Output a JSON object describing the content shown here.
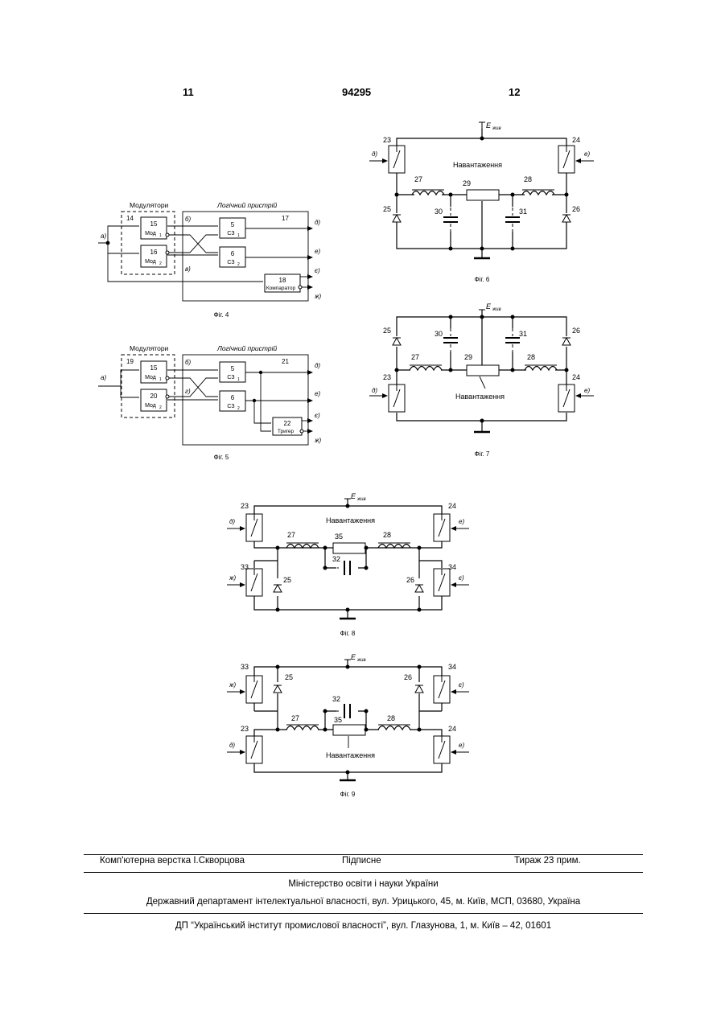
{
  "header": {
    "page_left": "11",
    "patent_number": "94295",
    "page_right": "12"
  },
  "fig4": {
    "caption": "Фіг. 4",
    "modulators_title": "Модулятори",
    "logic_title": "Логічний пристрій",
    "group_num": "14",
    "logic_num": "17",
    "mod1_num": "15",
    "mod1_label": "Мод",
    "mod2_num": "16",
    "mod2_label": "Мод",
    "sub1": "1",
    "sub2": "2",
    "cs1_num": "5",
    "cs1_label": "СЗ",
    "cs2_num": "6",
    "cs2_label": "СЗ",
    "comp_num": "18",
    "comp_label": "Компаратор",
    "in_label": "а)",
    "b_label": "б)",
    "v_label": "в)",
    "out_d": "д)",
    "out_e": "е)",
    "out_ye": "є)",
    "out_zh": "ж)"
  },
  "fig5": {
    "caption": "Фіг. 5",
    "modulators_title": "Модулятори",
    "logic_title": "Логічний пристрій",
    "group_num": "19",
    "logic_num": "21",
    "mod1_num": "15",
    "mod1_label": "Мод",
    "mod2_num": "20",
    "mod2_label": "Мод",
    "sub1": "1",
    "sub2": "2",
    "cs1_num": "5",
    "cs1_label": "СЗ",
    "cs2_num": "6",
    "cs2_label": "СЗ",
    "trig_num": "22",
    "trig_label": "Тригер",
    "in_label": "а)",
    "b_label": "б)",
    "g_label": "г)",
    "out_d": "д)",
    "out_e": "е)",
    "out_ye": "є)",
    "out_zh": "ж)"
  },
  "fig6": {
    "caption": "Фіг. 6",
    "supply": "E",
    "supply_sub": "жив",
    "load": "Навантаження",
    "n23": "23",
    "n24": "24",
    "n25": "25",
    "n26": "26",
    "n27": "27",
    "n28": "28",
    "n29": "29",
    "n30": "30",
    "n31": "31",
    "in_d": "д)",
    "in_e": "е)"
  },
  "fig7": {
    "caption": "Фіг. 7",
    "supply": "E",
    "supply_sub": "жив",
    "load": "Навантаження",
    "n23": "23",
    "n24": "24",
    "n25": "25",
    "n26": "26",
    "n27": "27",
    "n28": "28",
    "n29": "29",
    "n30": "30",
    "n31": "31",
    "in_d": "д)",
    "in_e": "е)"
  },
  "fig8": {
    "caption": "Фіг. 8",
    "supply": "E",
    "supply_sub": "жив",
    "load": "Навантаження",
    "n23": "23",
    "n24": "24",
    "n25": "25",
    "n26": "26",
    "n27": "27",
    "n28": "28",
    "n32": "32",
    "n33": "33",
    "n34": "34",
    "n35": "35",
    "in_d": "д)",
    "in_e": "е)",
    "in_zh": "ж)",
    "in_ye": "є)"
  },
  "fig9": {
    "caption": "Фіг. 9",
    "supply": "E",
    "supply_sub": "жив",
    "load": "Навантаження",
    "n23": "23",
    "n24": "24",
    "n25": "25",
    "n26": "26",
    "n27": "27",
    "n28": "28",
    "n32": "32",
    "n33": "33",
    "n34": "34",
    "n35": "35",
    "in_d": "д)",
    "in_e": "е)",
    "in_zh": "ж)",
    "in_ye": "є)"
  },
  "footer": {
    "typesetting": "Комп'ютерна верстка І.Скворцова",
    "signed": "Підписне",
    "circulation": "Тираж 23 прим.",
    "ministry": "Міністерство освіти і науки України",
    "department": "Державний департамент інтелектуальної власності, вул. Урицького, 45, м. Київ, МСП, 03680, Україна",
    "institute": "ДП “Український інститут промислової власності”, вул. Глазунова, 1, м. Київ – 42, 01601"
  }
}
